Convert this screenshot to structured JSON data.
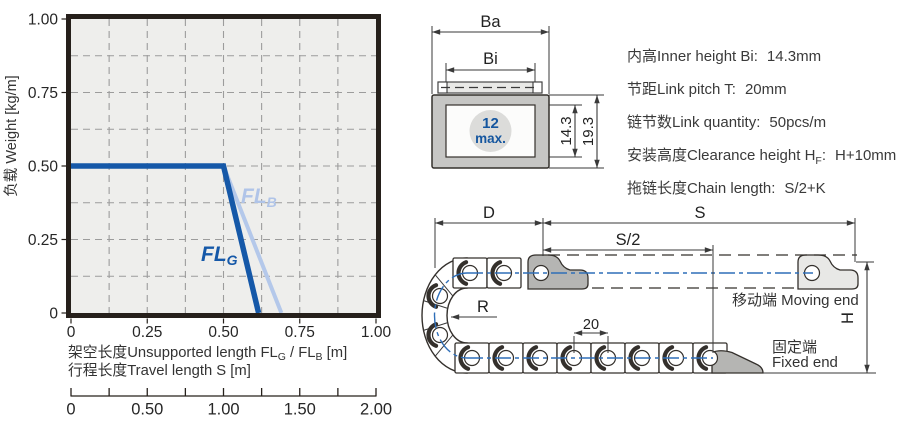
{
  "chart_data": {
    "type": "line",
    "title": "",
    "ylabel": "负载 Weight [kg/m]",
    "xlabel1_parts": {
      "a": "架空长度Unsupported length FL",
      "sub1": "G",
      "b": " / FL",
      "sub2": "B",
      "c": " [m]"
    },
    "xlabel_line2": "行程长度Travel length S [m]",
    "xlim": [
      0,
      1
    ],
    "ylim": [
      0,
      1
    ],
    "grid_on": true,
    "grid_step": 0.125,
    "x_ticks": [
      {
        "v": 0,
        "label": "0"
      },
      {
        "v": 0.25,
        "label": "0.25"
      },
      {
        "v": 0.5,
        "label": "0.50"
      },
      {
        "v": 0.75,
        "label": "0.75"
      },
      {
        "v": 1,
        "label": "1.00"
      }
    ],
    "y_ticks": [
      {
        "v": 0,
        "label": "0"
      },
      {
        "v": 0.25,
        "label": "0.25"
      },
      {
        "v": 0.5,
        "label": "0.50"
      },
      {
        "v": 0.75,
        "label": "0.75"
      },
      {
        "v": 1,
        "label": "1.00"
      }
    ],
    "s_axis": {
      "min": 0,
      "max": 2,
      "tick_step": 0.25,
      "ticks": [
        {
          "v": 0,
          "label": "0"
        },
        {
          "v": 0.5,
          "label": "0.50"
        },
        {
          "v": 1,
          "label": "1.00"
        },
        {
          "v": 1.5,
          "label": "1.50"
        },
        {
          "v": 2,
          "label": "2.00"
        }
      ]
    },
    "series": [
      {
        "name": "FLG",
        "label_main": "FL",
        "label_sub": "G",
        "color": "#1558a8",
        "width": 5.5,
        "points": [
          [
            0,
            0.5
          ],
          [
            0.5,
            0.5
          ],
          [
            0.615,
            0
          ]
        ]
      },
      {
        "name": "FLB",
        "label_main": "FL",
        "label_sub": "B",
        "color": "#b4c8ea",
        "width": 4,
        "points": [
          [
            0.5,
            0.5
          ],
          [
            0.69,
            0
          ]
        ]
      }
    ]
  },
  "cross_section": {
    "width_outer_label": "Ba",
    "width_inner_label": "Bi",
    "height_inner_label": "14.3",
    "height_outer_label": "19.3",
    "max_cables": "12",
    "max_word": "max."
  },
  "side_view": {
    "dim_d": "D",
    "dim_s": "S",
    "dim_half_s": "S/2",
    "bend_radius_label": "R",
    "pitch_label": "20",
    "height_label": "H",
    "moving_end": "移动端 Moving end",
    "fixed_end_cn": "固定端",
    "fixed_end_en": "Fixed end"
  },
  "spec": {
    "rows": [
      {
        "pre": "内高Inner height Bi:",
        "sub": "",
        "post": "",
        "value": "14.3mm"
      },
      {
        "pre": "节距Link pitch T:",
        "sub": "",
        "post": "",
        "value": "20mm"
      },
      {
        "pre": "链节数Link quantity:",
        "sub": "",
        "post": "",
        "value": "50pcs/m"
      },
      {
        "pre": "安装高度Clearance height H",
        "sub": "F",
        "post": ":",
        "value": "H+10mm"
      },
      {
        "pre": "拖链长度Chain length:",
        "sub": "",
        "post": "",
        "value": "S/2+K"
      }
    ]
  },
  "colors": {
    "curve_dark_blue": "#1558a8",
    "curve_light_blue": "#b4c8ea",
    "centerline_blue": "#2e6eb8",
    "plot_background": "#eeeeec",
    "plot_border": "#26201b",
    "bracket_dark": "#b5b5b3",
    "bracket_light": "#e8e8e6",
    "wall_gray": "#c6c6c4",
    "accent_text_blue": "#15569f"
  }
}
